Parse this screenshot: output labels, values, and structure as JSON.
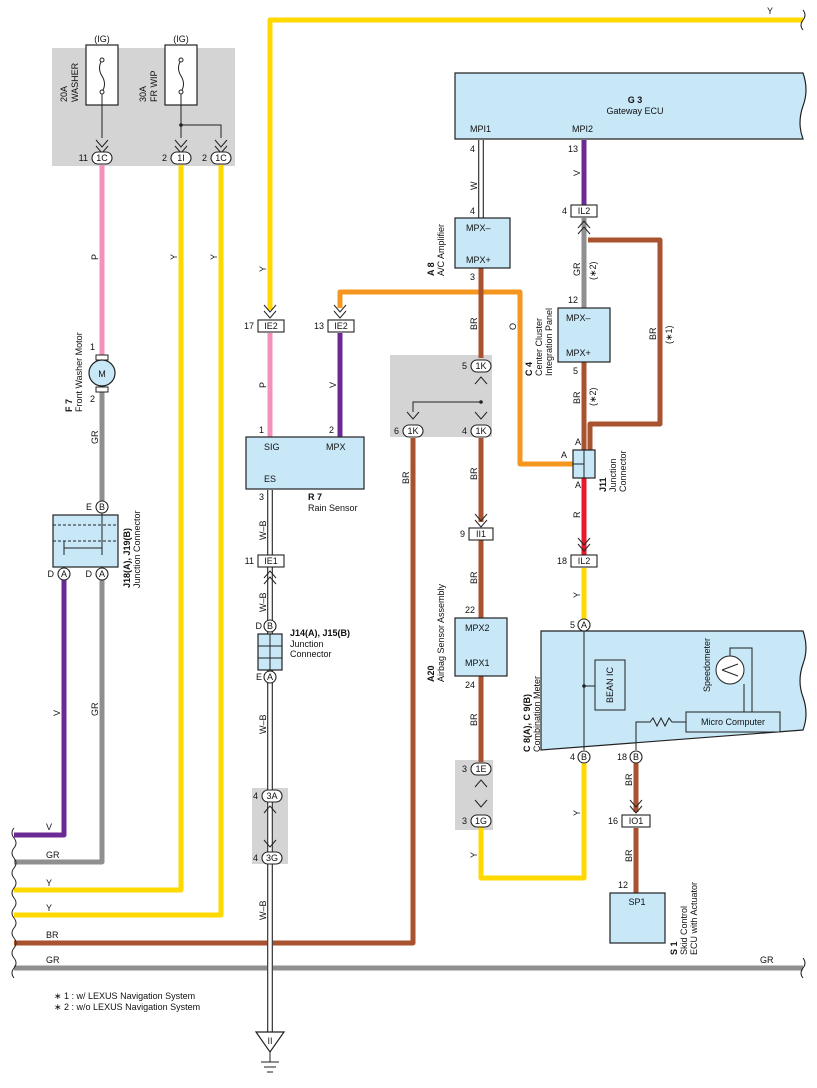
{
  "colors": {
    "Y": "#ffd800",
    "P": "#f58fbc",
    "GR": "#8f8f8f",
    "V": "#6b2a93",
    "BR": "#a8522f",
    "O": "#f5961f",
    "R": "#e8192c",
    "WB": "#ffffff"
  },
  "fuses": [
    {
      "ig": "(IG)",
      "rating": "20A",
      "name": "WASHER"
    },
    {
      "ig": "(IG)",
      "rating": "30A",
      "name": "FR WIP"
    }
  ],
  "components": {
    "g3": {
      "id": "G 3",
      "name": "Gateway ECU",
      "pin1": "MPI1",
      "pin2": "MPI2"
    },
    "a8": {
      "id": "A 8",
      "name": "A/C Amplifier",
      "pin1": "MPX–",
      "pin2": "MPX+"
    },
    "c4": {
      "id": "C 4",
      "name1": "Center Cluster",
      "name2": "Integration Panel",
      "pin1": "MPX–",
      "pin2": "MPX+"
    },
    "j11": {
      "id": "J11",
      "name1": "Junction",
      "name2": "Connector"
    },
    "f7": {
      "id": "F 7",
      "name": "Front Washer Motor",
      "motor": "M"
    },
    "r7": {
      "id": "R 7",
      "name": "Rain Sensor",
      "pin1": "SIG",
      "pin2": "MPX",
      "pin3": "ES"
    },
    "j18": {
      "id": "J18(A), J19(B)",
      "name": "Junction Connector"
    },
    "j14": {
      "id": "J14(A), J15(B)",
      "name1": "Junction",
      "name2": "Connector"
    },
    "a20": {
      "id": "A20",
      "name": "Airbag Sensor Assembly",
      "pin1": "MPX2",
      "pin2": "MPX1"
    },
    "c8": {
      "id": "C 8(A), C 9(B)",
      "name": "Combination Meter",
      "bean": "BEAN IC",
      "speedo": "Speedometer",
      "micro": "Micro Computer"
    },
    "s1": {
      "id": "S 1",
      "name1": "Skid Control",
      "name2": "ECU with Actuator",
      "pin": "SP1"
    }
  },
  "connectors": {
    "c1C_a": "1C",
    "c1I": "1I",
    "c1C_b": "1C",
    "ie2_a": "IE2",
    "ie2_b": "IE2",
    "ie1": "IE1",
    "il2_a": "IL2",
    "il2_b": "IL2",
    "k1_a": "1K",
    "k1_b": "1K",
    "k1_c": "1K",
    "ii1": "II1",
    "e1": "1E",
    "g1": "1G",
    "a3": "3A",
    "g3c": "3G",
    "io1": "IO1",
    "jA": "A",
    "jB": "B",
    "ground": "II"
  },
  "pins": {
    "p11": "11",
    "p2a": "2",
    "p2b": "2",
    "p1": "1",
    "p2c": "2",
    "p17": "17",
    "p13a": "13",
    "p1r": "1",
    "p2r": "2",
    "p3r": "3",
    "p11b": "11",
    "p4a": "4",
    "p4b": "4",
    "p13b": "13",
    "p4c": "4",
    "p4d": "4",
    "p3a": "3",
    "p12": "12",
    "p5": "5",
    "p5b": "5",
    "p4e": "4",
    "p6": "6",
    "p9": "9",
    "p22": "22",
    "p24": "24",
    "p3b": "3",
    "p3c": "3",
    "p18": "18",
    "p5c": "5",
    "p4f": "4",
    "p18b": "18",
    "p16": "16",
    "p12b": "12",
    "p4g": "4",
    "p4h": "4",
    "pE": "E",
    "pD1": "D",
    "pD2": "D",
    "pD3": "D",
    "pE2": "E"
  },
  "wire_labels": {
    "Y": "Y",
    "P": "P",
    "GR": "GR",
    "V": "V",
    "BR": "BR",
    "O": "O",
    "R": "R",
    "WB": "W–B",
    "W": "W",
    "star1": "(∗1)",
    "star2": "(∗2)"
  },
  "edge_labels": {
    "v": "V",
    "gr": "GR",
    "y1": "Y",
    "y2": "Y",
    "br": "BR",
    "gr2": "GR",
    "gr_right": "GR",
    "y_top": "Y"
  },
  "notes": [
    "∗ 1 : w/ LEXUS Navigation System",
    "∗ 2 : w/o LEXUS Navigation System"
  ]
}
